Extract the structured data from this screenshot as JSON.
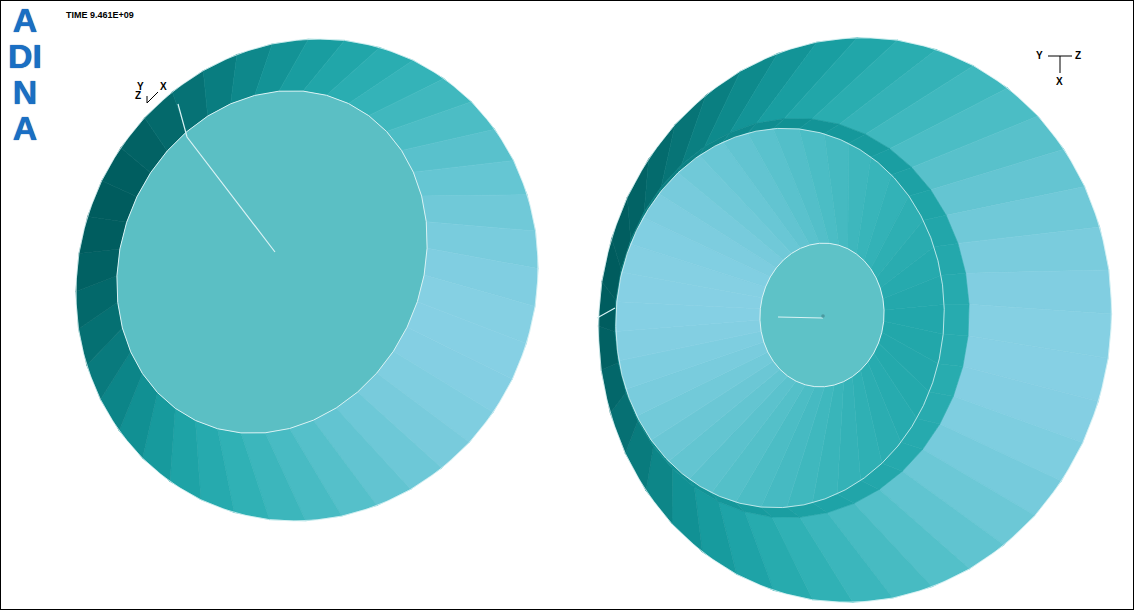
{
  "diagram": {
    "labels": [
      "ADINA",
      "TIME 9.461E+09",
      "Y",
      "Z",
      "X",
      "Y",
      "Z",
      "X"
    ]
  }
}
